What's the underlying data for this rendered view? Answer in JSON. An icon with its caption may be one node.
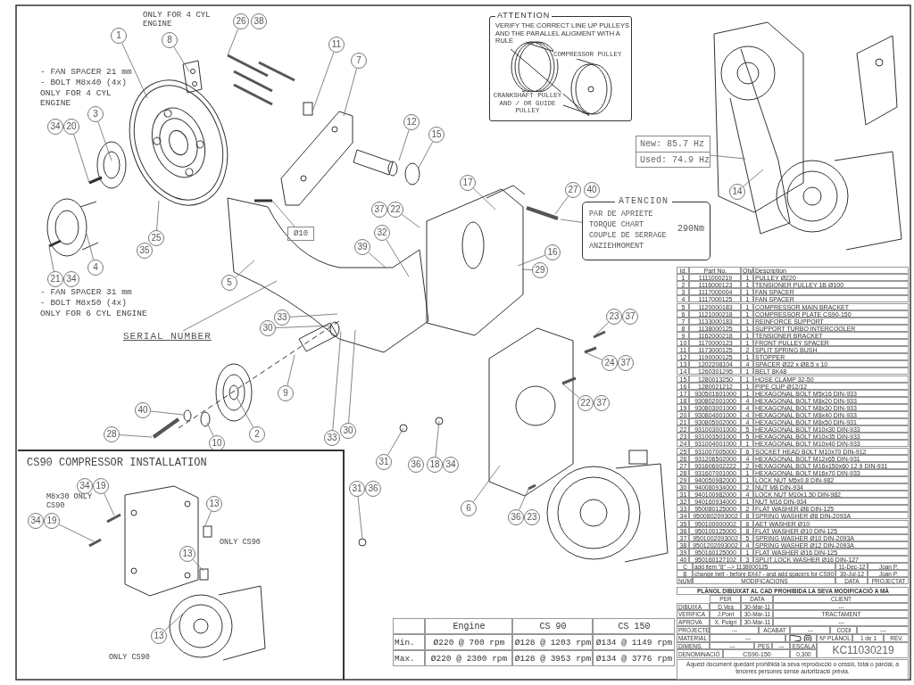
{
  "diagram": {
    "nodes": [
      {
        "text": [
          "1"
        ]
      },
      {
        "text": [
          "8"
        ]
      },
      {
        "text": [
          "26"
        ]
      },
      {
        "text": [
          "38"
        ]
      },
      {
        "text": [
          "11"
        ]
      },
      {
        "text": [
          "7"
        ]
      },
      {
        "text": [
          "3"
        ]
      },
      {
        "text": [
          "34"
        ]
      },
      {
        "text": [
          "20"
        ]
      },
      {
        "text": [
          "12"
        ]
      },
      {
        "text": [
          "15"
        ]
      },
      {
        "text": [
          "17"
        ]
      },
      {
        "text": [
          "27"
        ]
      },
      {
        "text": [
          "40"
        ]
      },
      {
        "text": [
          "37"
        ]
      },
      {
        "text": [
          "22"
        ]
      },
      {
        "text": [
          "39"
        ]
      },
      {
        "text": [
          "32"
        ]
      },
      {
        "text": [
          "16"
        ]
      },
      {
        "text": [
          "29"
        ]
      },
      {
        "text": [
          "25"
        ]
      },
      {
        "text": [
          "35"
        ]
      },
      {
        "text": [
          "4"
        ]
      },
      {
        "text": [
          "21"
        ]
      },
      {
        "text": [
          "34"
        ]
      },
      {
        "text": [
          "5"
        ]
      },
      {
        "text": [
          "33"
        ]
      },
      {
        "text": [
          "30"
        ]
      },
      {
        "text": [
          "23"
        ]
      },
      {
        "text": [
          "37"
        ]
      },
      {
        "text": [
          "24"
        ]
      },
      {
        "text": [
          "37"
        ]
      },
      {
        "text": [
          "9"
        ]
      },
      {
        "text": [
          "22"
        ]
      },
      {
        "text": [
          "37"
        ]
      },
      {
        "text": [
          "40"
        ]
      },
      {
        "text": [
          "2"
        ]
      },
      {
        "text": [
          "33"
        ]
      },
      {
        "text": [
          "30"
        ]
      },
      {
        "text": [
          "28"
        ]
      },
      {
        "text": [
          "10"
        ]
      },
      {
        "text": [
          "31"
        ]
      },
      {
        "text": [
          "36"
        ]
      },
      {
        "text": [
          "18"
        ]
      },
      {
        "text": [
          "34"
        ]
      },
      {
        "text": [
          "31"
        ]
      },
      {
        "text": [
          "36"
        ]
      },
      {
        "text": [
          "6"
        ]
      },
      {
        "text": [
          "36"
        ]
      },
      {
        "text": [
          "23"
        ]
      },
      {
        "text": [
          "14"
        ]
      },
      {
        "text": [
          "ATTENTION",
          "VERIFY THE CORRECT LINE UP PULLEYS AND THE PARALLEL ALIGMENT WITH A RULE"
        ]
      },
      {
        "text": [
          "New: 85.7 Hz",
          "Used: 74.9 Hz"
        ]
      },
      {
        "text": [
          "ATENCION",
          "PAR DE APRIETE",
          "TORQUE CHART",
          "COUPLE DE SERRAGE",
          "ANZIEHMOMENT",
          "290Nm"
        ]
      },
      {
        "text": [
          "Ø10"
        ]
      },
      {
        "text": [
          "SERIAL NUMBER"
        ]
      },
      {
        "text": [
          "CS90 COMPRESSOR INSTALLATION"
        ]
      },
      {
        "text": [
          "34"
        ],
        "in": 56
      },
      {
        "text": [
          "19"
        ],
        "in": 56
      },
      {
        "text": [
          "34"
        ],
        "in": 56
      },
      {
        "text": [
          "19"
        ],
        "in": 56
      },
      {
        "text": [
          "13"
        ],
        "in": 56
      },
      {
        "text": [
          "13"
        ],
        "in": 56
      },
      {
        "text": [
          "13"
        ],
        "in": 56
      }
    ],
    "edges": [
      {
        "from": 0,
        "to": null,
        "arrow": "none"
      },
      {
        "from": 1,
        "to": null,
        "arrow": "none"
      },
      {
        "from": 2,
        "to": null,
        "arrow": "none"
      },
      {
        "from": 4,
        "to": null,
        "arrow": "none"
      },
      {
        "from": 5,
        "to": null,
        "arrow": "none"
      },
      {
        "from": 6,
        "to": null,
        "arrow": "none"
      },
      {
        "from": 8,
        "to": null,
        "arrow": "none"
      },
      {
        "from": 9,
        "to": null,
        "arrow": "none"
      },
      {
        "from": 10,
        "to": null,
        "arrow": "none"
      },
      {
        "from": 11,
        "to": null,
        "arrow": "none"
      },
      {
        "from": 12,
        "to": null,
        "arrow": "none"
      },
      {
        "from": 15,
        "to": null,
        "arrow": "none"
      },
      {
        "from": 16,
        "to": null,
        "arrow": "none"
      },
      {
        "from": 17,
        "to": null,
        "arrow": "none"
      },
      {
        "from": 18,
        "to": null,
        "arrow": "none"
      },
      {
        "from": 19,
        "to": null,
        "arrow": "none"
      },
      {
        "from": 20,
        "to": null,
        "arrow": "none"
      },
      {
        "from": 22,
        "to": null,
        "arrow": "none"
      },
      {
        "from": 23,
        "to": null,
        "arrow": "none"
      },
      {
        "from": 25,
        "to": null,
        "arrow": "none"
      },
      {
        "from": 26,
        "to": null,
        "arrow": "none"
      },
      {
        "from": 27,
        "to": null,
        "arrow": "none"
      },
      {
        "from": 28,
        "to": null,
        "arrow": "none"
      },
      {
        "from": 30,
        "to": null,
        "arrow": "none"
      },
      {
        "from": 32,
        "to": null,
        "arrow": "none"
      },
      {
        "from": 33,
        "to": null,
        "arrow": "none"
      },
      {
        "from": 35,
        "to": null,
        "arrow": "none"
      },
      {
        "from": 36,
        "to": null,
        "arrow": "none"
      },
      {
        "from": 37,
        "to": null,
        "arrow": "none"
      },
      {
        "from": 38,
        "to": null,
        "arrow": "none"
      },
      {
        "from": 39,
        "to": null,
        "arrow": "none"
      },
      {
        "from": 40,
        "to": null,
        "arrow": "none"
      },
      {
        "from": 43,
        "to": null,
        "arrow": "none"
      },
      {
        "from": 41,
        "to": null,
        "arrow": "none"
      },
      {
        "from": 45,
        "to": null,
        "arrow": "none"
      },
      {
        "from": 47,
        "to": null,
        "arrow": "none"
      },
      {
        "from": 48,
        "to": null,
        "arrow": "none"
      },
      {
        "from": 50,
        "to": null,
        "arrow": "none"
      },
      {
        "from": 52,
        "to": null,
        "arrow": "none"
      },
      {
        "from": 53,
        "to": null,
        "arrow": "none"
      },
      {
        "from": 54,
        "to": null,
        "arrow": "none"
      },
      {
        "from": 55,
        "to": null,
        "arrow": "none"
      },
      {
        "from": 58,
        "to": null,
        "arrow": "none"
      },
      {
        "from": 60,
        "to": null,
        "arrow": "none"
      },
      {
        "from": 61,
        "to": null,
        "arrow": "none"
      },
      {
        "from": 62,
        "to": null,
        "arrow": "none"
      },
      {
        "from": 63,
        "to": null,
        "arrow": "none"
      }
    ],
    "labels": [
      "ONLY FOR 4 CYL ENGINE",
      "- FAN SPACER 21 mm",
      "- BOLT M8x40 (4x)",
      "ONLY FOR 4 CYL ENGINE",
      "COMPRESSOR PULLEY",
      "CRANKSHAFT PULLEY AND / OR GUIDE PULLEY",
      "- FAN SPACER 31 mm",
      "- BOLT M8x50 (4x)",
      "ONLY FOR 6 CYL ENGINE",
      "M8x30 ONLY CS90",
      "ONLY CS90",
      "ONLY CS90",
      "Engine",
      "CS 90",
      "CS 150",
      "Min.",
      "Ø220 @ 700 rpm",
      "Ø128 @ 1203 rpm",
      "Ø134 @ 1149 rpm",
      "Max.",
      "Ø220 @ 2300 rpm",
      "Ø128 @ 3953 rpm",
      "Ø134 @ 3776 rpm",
      "Id.",
      "Part No.",
      "Qty.",
      "Description",
      "1",
      "1111000219",
      "1",
      "PULLEY Ø220",
      "2",
      "1116000123",
      "1",
      "TENSIONER PULLEY 1B Ø100",
      "3",
      "1117000004",
      "1",
      "FAN SPACER",
      "4",
      "1117000125",
      "1",
      "FAN SPACER",
      "5",
      "1120000183",
      "1",
      "COMPRESSOR MAIN BRACKET",
      "6",
      "1121000218",
      "1",
      "COMPRESSOR PLATE CS90-150",
      "7",
      "1133000183",
      "1",
      "REINFORCE SUPPORT",
      "8",
      "1138000125",
      "1",
      "SUPPORT TURBO INTERCOOLER",
      "9",
      "1162000218",
      "1",
      "TENSIONER BRACKET",
      "10",
      "1170000123",
      "1",
      "FRONT PULLEY SPACER",
      "11",
      "1173000125",
      "2",
      "SPLIT SPRING BUSH",
      "12",
      "1190000125",
      "1",
      "STOPPER",
      "13",
      "1202208104",
      "4",
      "SPACER Ø22 x Ø8.5 x 10",
      "14",
      "1260301295",
      "1",
      "BELT 8K48",
      "15",
      "1280013250",
      "1",
      "HOSE CLAMP 32-50",
      "16",
      "1280021212",
      "1",
      "PIPE CLIP Ø12/12",
      "17",
      "930501601000",
      "1",
      "HEXAGONAL BOLT M5x16 DIN-933",
      "18",
      "930802001000",
      "4",
      "HEXAGONAL BOLT M8x20 DIN-933",
      "19",
      "930803001000",
      "4",
      "HEXAGONAL BOLT M8x30 DIN-933",
      "20",
      "930804001000",
      "4",
      "HEXAGONAL BOLT M8x40 DIN-933",
      "21",
      "930805002000",
      "4",
      "HEXAGONAL BOLT M8x50 DIN-931",
      "22",
      "931003001000",
      "5",
      "HEXAGONAL BOLT M10x30 DIN-933",
      "23",
      "931003501000",
      "5",
      "HEXAGONAL BOLT M10x35 DIN-933",
      "24",
      "931004001000",
      "1",
      "HEXAGONAL BOLT M10x40 DIN-933",
      "25",
      "931007005000",
      "6",
      "SOCKET HEAD BOLT M10x70 DIN-912",
      "26",
      "931206502000",
      "4",
      "HEXAGONAL BOLT M12x65 DIN-931",
      "27",
      "931606002222",
      "2",
      "HEXAGONAL BOLT M16x150x60 12.9 DIN-931",
      "28",
      "931607001000",
      "1",
      "HEXAGONAL BOLT M16x70 DIN-933",
      "29",
      "940050982000",
      "1",
      "LOCK NUT M5x0.8 DIN-982",
      "30",
      "940080934000",
      "2",
      "NUT M8 DIN-934",
      "31",
      "940100982000",
      "4",
      "LOCK NUT M10x1.50 DIN-982",
      "32",
      "940160934000",
      "1",
      "NUT M16 DIN-934",
      "33",
      "950080125000",
      "2",
      "FLAT WASHER Ø8 DIN-125",
      "34",
      "9500802093002",
      "8",
      "SPRING WASHER Ø8 DIN-2093A",
      "35",
      "950100000002",
      "6",
      "AET WASHER Ø10",
      "36",
      "950100125000",
      "8",
      "FLAT WASHER Ø10 DIN-125",
      "37",
      "9501002093002",
      "5",
      "SPRING WASHER Ø10 DIN-2093A",
      "38",
      "9501202093002",
      "4",
      "SPRING WASHER Ø12 DIN-2093A",
      "39",
      "950160125000",
      "1",
      "FLAT WASHER Ø16 DIN-125",
      "40",
      "950160127102",
      "3",
      "SPLIT LOCK WASHER Ø16 DIN-127",
      "C",
      "add item \"8\" --> 1138000125",
      "11-Dec-12",
      "Joan P.",
      "B",
      "change belt - before 8X47 - and add spacers for CS90",
      "30-Jul-12",
      "Joan P.",
      "NÚM",
      "MODIFICACIONS",
      "DATA",
      "PROJECTAT",
      "PLÀNOL DIBUIXAT AL CAD PROHIBIDA LA SEVA MODIFICACIÓ A MÀ",
      "PER",
      "DATA",
      "CLIENT",
      "DIBUIXA",
      "D.Vea",
      "30-Mar-11",
      "---",
      "VERIFICA",
      "J.Pont",
      "30-Mar-11",
      "TRACTAMENT",
      "APROVA",
      "X. Pulgrí",
      "30-Mar-11",
      "---",
      "PROJECTE",
      "---",
      "ACABAT",
      "---",
      "CODI",
      "---",
      "MATERIAL",
      "---",
      "DIMENS.",
      "---",
      "PES",
      "---",
      "DENOMINACIÓ",
      "CS90-150",
      "ESCALA",
      "0,300",
      "Nº PLÀNOL",
      "1 de 1",
      "REV.",
      "KC11030219",
      "Aquest document quedant prohibida la seva reproducció o cessió, total o parcial, a terceres persones sense autorització prèvia."
    ]
  }
}
